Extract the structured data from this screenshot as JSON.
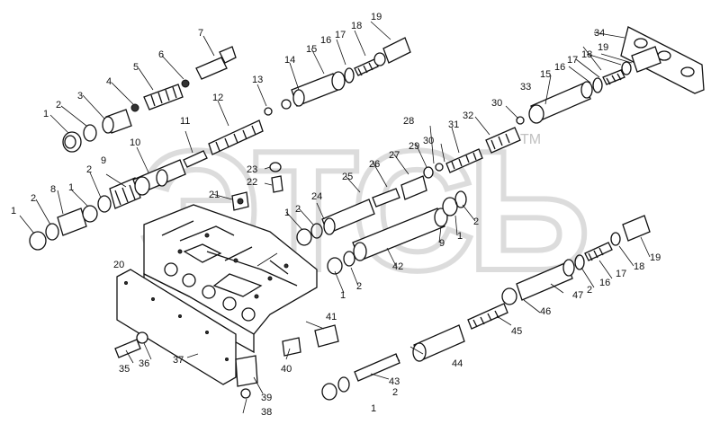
{
  "watermark": {
    "text": "ЭТСЬ",
    "tm": "TM"
  },
  "callouts": [
    "1",
    "2",
    "3",
    "4",
    "5",
    "6",
    "7",
    "8",
    "9",
    "10",
    "11",
    "12",
    "13",
    "14",
    "15",
    "16",
    "17",
    "18",
    "19",
    "20",
    "21",
    "22",
    "23",
    "24",
    "25",
    "26",
    "27",
    "28",
    "29",
    "30",
    "31",
    "32",
    "33",
    "34",
    "35",
    "36",
    "37",
    "38",
    "39",
    "40",
    "41",
    "42",
    "43",
    "44",
    "45",
    "46",
    "47"
  ],
  "colors": {
    "line": "#111111",
    "watermark": "#d9d9d9",
    "background": "#ffffff"
  }
}
